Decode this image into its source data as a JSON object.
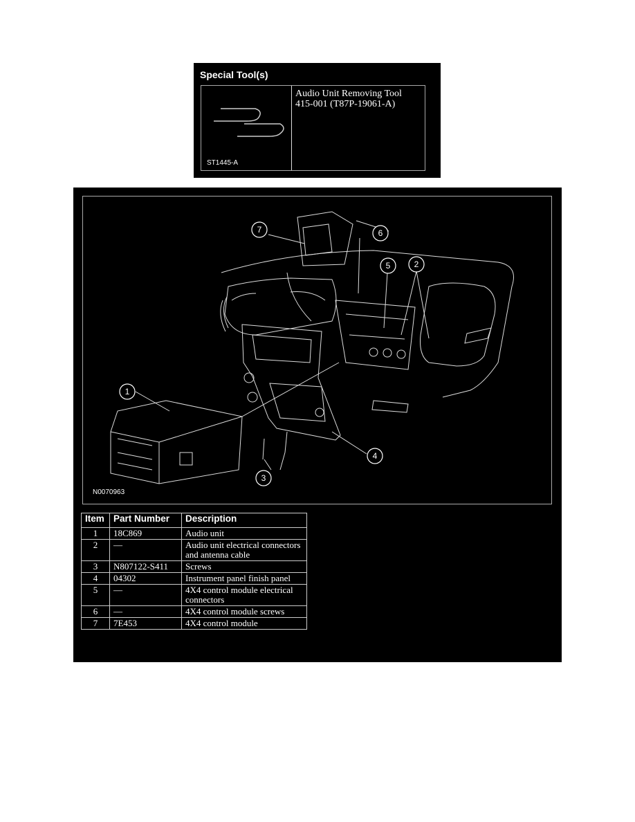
{
  "special_tool": {
    "title": "Special Tool(s)",
    "description_line1": "Audio Unit Removing Tool",
    "description_line2": "415-001 (T87P-19061-A)",
    "image_code": "ST1445-A"
  },
  "figure": {
    "code": "N0070963",
    "callouts": [
      "1",
      "2",
      "3",
      "4",
      "5",
      "6",
      "7"
    ]
  },
  "parts_table": {
    "headers": [
      "Item",
      "Part Number",
      "Description"
    ],
    "rows": [
      {
        "item": "1",
        "part": "18C869",
        "desc": "Audio unit"
      },
      {
        "item": "2",
        "part": "—",
        "desc": "Audio unit electrical connectors and antenna cable"
      },
      {
        "item": "3",
        "part": "N807122-S411",
        "desc": "Screws"
      },
      {
        "item": "4",
        "part": "04302",
        "desc": "Instrument panel finish panel"
      },
      {
        "item": "5",
        "part": "—",
        "desc": "4X4 control module electrical connectors"
      },
      {
        "item": "6",
        "part": "—",
        "desc": "4X4 control module screws"
      },
      {
        "item": "7",
        "part": "7E453",
        "desc": "4X4 control module"
      }
    ]
  }
}
